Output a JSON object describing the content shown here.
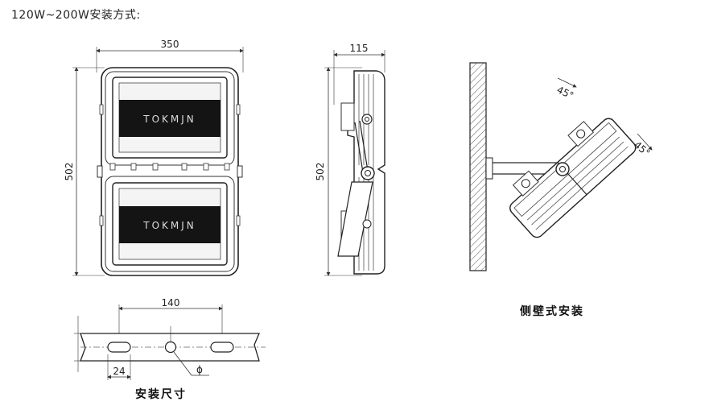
{
  "header": {
    "title": "120W~200W安装方式:"
  },
  "front_view": {
    "width_label": "350",
    "height_label": "502",
    "brand": "TOKMJN"
  },
  "side_view": {
    "depth_label": "115",
    "height_label": "502"
  },
  "wall_view": {
    "angle_top": "45°",
    "angle_bottom": "45°",
    "caption": "侧壁式安装"
  },
  "bracket_view": {
    "spacing_label": "140",
    "slot_label": "24",
    "hole_label": "ϕ",
    "caption": "安装尺寸"
  }
}
